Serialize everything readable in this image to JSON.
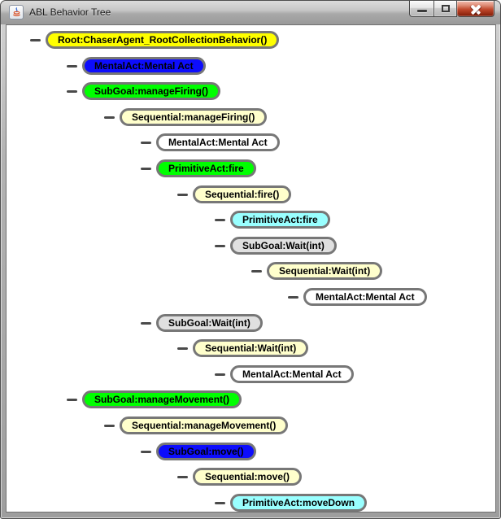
{
  "window": {
    "title": "ABL Behavior Tree",
    "icon": "java-coffee-cup",
    "controls": [
      {
        "name": "minimize"
      },
      {
        "name": "maximize"
      },
      {
        "name": "close"
      }
    ]
  },
  "palette": {
    "yellow": "#ffff00",
    "blue": "#0d0dfc",
    "green": "#00ff00",
    "cream": "#ffffcc",
    "white": "#ffffff",
    "cyan": "#99ffff",
    "gray": "#e0e0e0",
    "node_border": "#777777",
    "dash": "#4a4a4a"
  },
  "tree": {
    "nodes": [
      {
        "label": "Root:ChaserAgent_RootCollectionBehavior()",
        "color": "yellow",
        "level": 0
      },
      {
        "label": "MentalAct:Mental Act",
        "color": "blue",
        "level": 1
      },
      {
        "label": "SubGoal:manageFiring()",
        "color": "green",
        "level": 1
      },
      {
        "label": "Sequential:manageFiring()",
        "color": "cream",
        "level": 2
      },
      {
        "label": "MentalAct:Mental Act",
        "color": "white",
        "level": 3
      },
      {
        "label": "PrimitiveAct:fire",
        "color": "green",
        "level": 3
      },
      {
        "label": "Sequential:fire()",
        "color": "cream",
        "level": 4
      },
      {
        "label": "PrimitiveAct:fire",
        "color": "cyan",
        "level": 5
      },
      {
        "label": "SubGoal:Wait(int)",
        "color": "gray",
        "level": 5
      },
      {
        "label": "Sequential:Wait(int)",
        "color": "cream",
        "level": 6
      },
      {
        "label": "MentalAct:Mental Act",
        "color": "white",
        "level": 7
      },
      {
        "label": "SubGoal:Wait(int)",
        "color": "gray",
        "level": 3
      },
      {
        "label": "Sequential:Wait(int)",
        "color": "cream",
        "level": 4
      },
      {
        "label": "MentalAct:Mental Act",
        "color": "white",
        "level": 5
      },
      {
        "label": "SubGoal:manageMovement()",
        "color": "green",
        "level": 1
      },
      {
        "label": "Sequential:manageMovement()",
        "color": "cream",
        "level": 2
      },
      {
        "label": "SubGoal:move()",
        "color": "blue",
        "level": 3
      },
      {
        "label": "Sequential:move()",
        "color": "cream",
        "level": 4
      },
      {
        "label": "PrimitiveAct:moveDown",
        "color": "cyan",
        "level": 5
      }
    ]
  }
}
